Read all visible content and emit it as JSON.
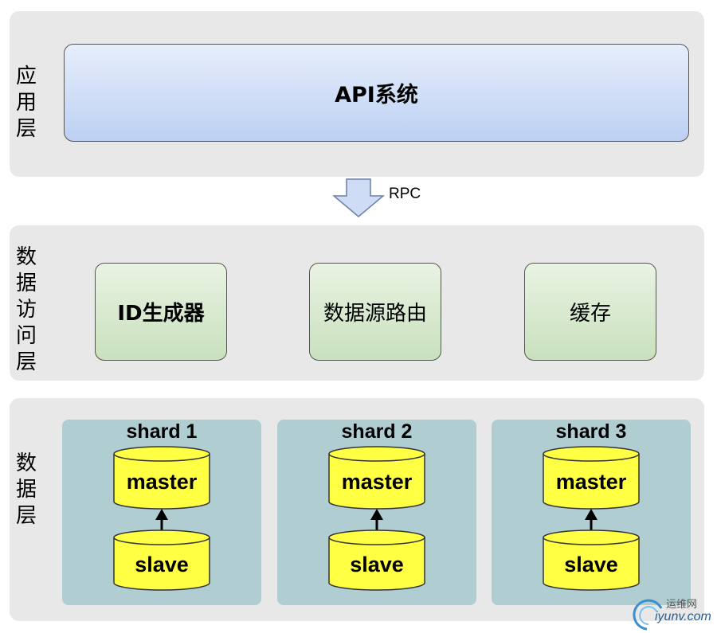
{
  "layers": {
    "application": {
      "label_lines": [
        "应",
        "用",
        "层"
      ],
      "box_label": "API系统"
    },
    "rpc_label": "RPC",
    "data_access": {
      "label_lines": [
        "数",
        "据",
        "访",
        "问",
        "层"
      ],
      "boxes": [
        "ID生成器",
        "数据源路由",
        "缓存"
      ]
    },
    "data": {
      "label_lines": [
        "数",
        "据",
        "层"
      ],
      "shards": [
        {
          "title": "shard 1",
          "master": "master",
          "slave": "slave"
        },
        {
          "title": "shard 2",
          "master": "master",
          "slave": "slave"
        },
        {
          "title": "shard 3",
          "master": "master",
          "slave": "slave"
        }
      ]
    }
  },
  "watermark": {
    "cn": "运维网",
    "en": "iyunv.com"
  },
  "colors": {
    "layer_bg": "#e8e8e8",
    "api_fill": "#bdd0f3",
    "access_fill": "#c9e0bd",
    "shard_bg": "#b0ced2",
    "db_fill": "#ffff44",
    "arrow_fill": "#cfdcf5"
  }
}
